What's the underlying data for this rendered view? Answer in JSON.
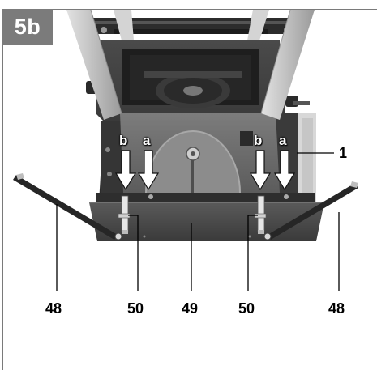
{
  "figure": {
    "label": "5b",
    "callouts": {
      "part_1": "1",
      "left_arm": "48",
      "left_clamp": "50",
      "front_plate": "49",
      "right_clamp": "50",
      "right_arm": "48"
    },
    "arrows": [
      {
        "letter": "b"
      },
      {
        "letter": "a"
      },
      {
        "letter": "b"
      },
      {
        "letter": "a"
      }
    ]
  },
  "colors": {
    "frame": "#7a7a7a",
    "badge_bg": "#7b7b7b",
    "badge_text": "#ffffff",
    "metal_dark": "#2f2f2f",
    "metal_mid": "#6a6a6a",
    "metal_light": "#bdbdbd",
    "arrow_fill": "#ffffff"
  }
}
